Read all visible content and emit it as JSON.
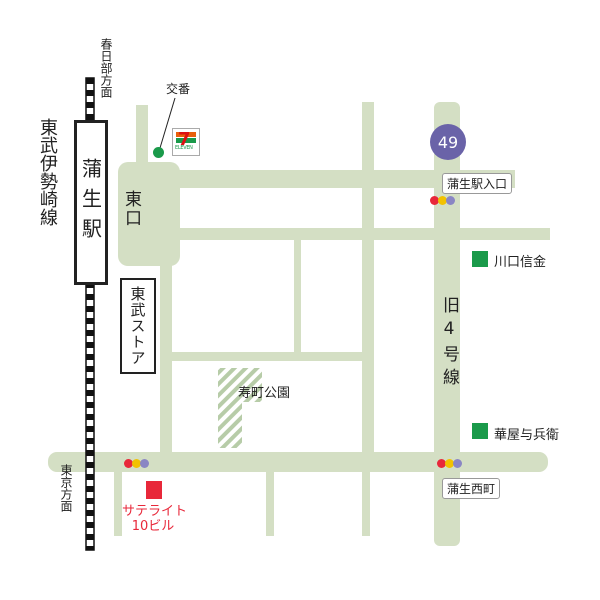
{
  "colors": {
    "road": "#d4dfc4",
    "green_marker": "#1a9a4a",
    "route_badge": "#6a63a8",
    "highlight": "#e8283a",
    "park_hatch": "#b7cca8"
  },
  "railway": {
    "line_name": "東武伊勢崎線",
    "north_direction": "春日部方面",
    "south_direction": "東京方面"
  },
  "station": {
    "name": "蒲生駅",
    "east_exit": "東口"
  },
  "landmarks": {
    "police_box": "交番",
    "convenience_store": "7",
    "convenience_store_sub": "ELEVEN",
    "tobu_store": "東武ストア",
    "park": "寿町公園",
    "bank": "川口信金",
    "shop": "華屋与兵衛"
  },
  "route": {
    "number": "49",
    "old_road": "旧4号線"
  },
  "intersections": {
    "station_entrance": "蒲生駅入口",
    "west": "蒲生西町"
  },
  "destination": {
    "line1": "サテライト",
    "line2": "10ビル"
  },
  "icons": {
    "police_box": "green-dot-icon",
    "traffic_light": "traffic-light-icon",
    "route_badge": "route-number-badge",
    "bank": "green-square-icon",
    "destination": "red-square-icon"
  }
}
